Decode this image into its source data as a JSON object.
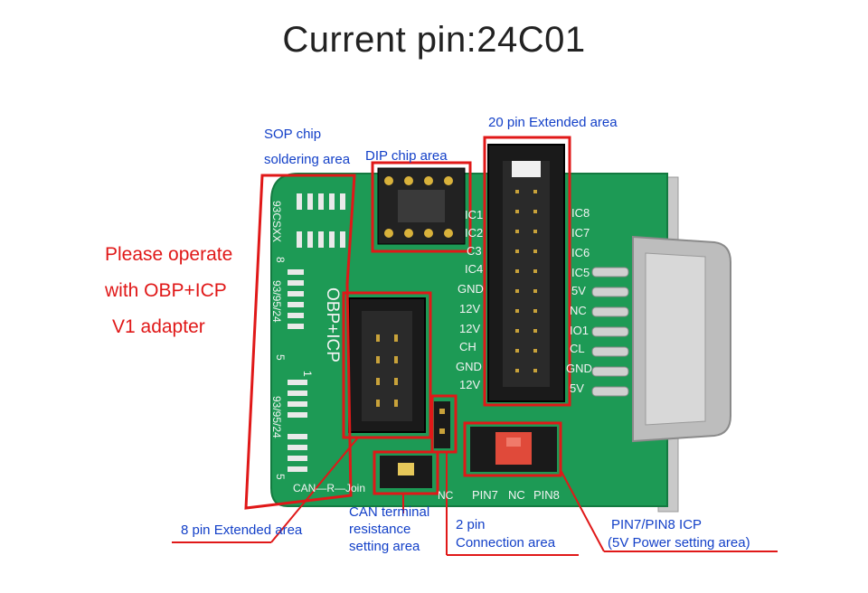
{
  "header": {
    "title": "Current pin:24C01"
  },
  "labels": {
    "sop_line1": "SOP chip",
    "sop_line2": "soldering area",
    "dip": "DIP chip area",
    "pin20": "20 pin Extended area",
    "notice_line1": "Please operate",
    "notice_line2": "with  OBP+ICP",
    "notice_line3": "V1 adapter",
    "pin8": "8 pin Extended area",
    "can_line1": "CAN terminal",
    "can_line2": "resistance",
    "can_line3": "setting area",
    "twopin_line1": "2 pin",
    "twopin_line2": "Connection  area",
    "icp_line1": "PIN7/PIN8 ICP",
    "icp_line2": "(5V Power setting area)"
  },
  "board_text": {
    "obp_icp": "OBP+ICP",
    "chip_93": "93CSXX",
    "chip_8": "8",
    "chip_939524_a": "93/95/24",
    "chip_5a": "5",
    "chip_939524_b": "93/95/24",
    "chip_1": "1",
    "chip_5b": "5",
    "can_r_join": "CAN—R—Join",
    "nc_left": "NC",
    "pin7": "PIN7",
    "nc_mid": "NC",
    "pin8_lbl": "PIN8",
    "mid_labels": [
      "IC1",
      "IC2",
      "C3",
      "IC4",
      "GND",
      "12V",
      "12V",
      "CH",
      "GND",
      "12V"
    ],
    "right_labels": [
      "IC8",
      "IC7",
      "IC6",
      "IC5",
      "5V",
      "NC",
      "IO1",
      "CL",
      "GND",
      "5V"
    ]
  },
  "colors": {
    "pcb": "#1d9a55",
    "pcb_dark": "#137a40",
    "annot": "#e01818",
    "label": "#1340c8"
  }
}
